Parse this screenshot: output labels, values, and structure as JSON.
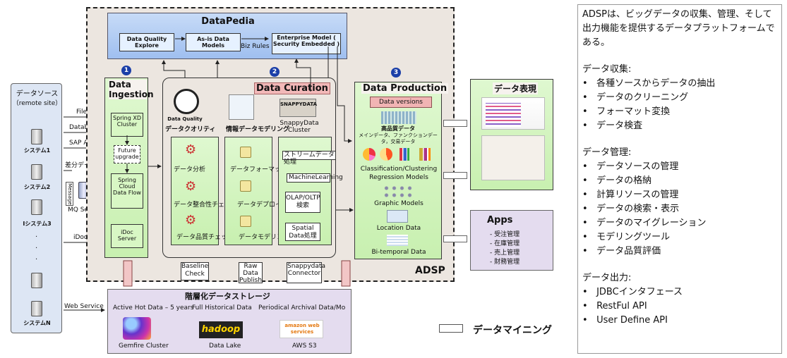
{
  "dataPedia": {
    "title": "DataPedia",
    "boxes": [
      "Data Quality Explore",
      "As-is Data Models",
      "Enterprise Model ( Security Embedded )"
    ],
    "biz_rules": "Biz Rules"
  },
  "sources": {
    "title": "データソース",
    "subtitle": "（remote site）",
    "systems": [
      "システム1",
      "システム2",
      "Iシステム3",
      "システムN"
    ],
    "arrows": [
      "File",
      "Database",
      "SAP API",
      "差分データ",
      "iDoc",
      "Web Service"
    ],
    "mq_label": "MQ Server",
    "message": "Message"
  },
  "ingestion": {
    "number": "1",
    "title": "Data Ingestion",
    "boxes": [
      "Spring XD Cluster",
      "Future upgrade",
      "Spring Cloud Data Flow",
      "iDoc Server"
    ]
  },
  "curation": {
    "number": "2",
    "title": "Data Curation",
    "dq_icon": "Data Quality",
    "snappy_icon": "SNAPPYDATA",
    "headers": [
      "データクオリティ",
      "情報",
      "データモデリング",
      "SnappyData Cluster"
    ],
    "col1": [
      "データ分析",
      "データ整合性チェック",
      "データ品質チェック"
    ],
    "col2": [
      "データフォーマット変換",
      "データデプロイ",
      "データモデリング"
    ],
    "col3": [
      "ストリームデータ処理",
      "MachineLearning",
      "OLAP/OLTP検索",
      "Spatial Data処理"
    ]
  },
  "production": {
    "number": "3",
    "title": "Data Production",
    "versions": "Data versions",
    "hq_title": "高品質データ",
    "hq_sub": "メインデータ、ファンクションデータ，交易データ",
    "items": [
      "Classification/Clustering Regression Models",
      "Graphic Models",
      "Location Data",
      "Bi-temporal Data"
    ]
  },
  "expression": {
    "title": "データ表現"
  },
  "apps": {
    "title": "Apps",
    "items": [
      "- 受注管理",
      "- 在庫管理",
      "- 売上管理",
      "- 財務管理"
    ]
  },
  "adsp": "ADSP",
  "bottom_labels": [
    "Baseline Check",
    "Raw Data Publish",
    "Snappydata Connector"
  ],
  "storage": {
    "title": "階層化データストレージ",
    "tiers": [
      "Active Hot Data – 5 years",
      "Full Historical Data",
      "Periodical  Archival Data/Mo"
    ],
    "products": [
      "Gemfire Cluster",
      "Data Lake",
      "AWS S3"
    ],
    "logos": [
      "hadoop",
      "amazon web services"
    ]
  },
  "mining": "データマイニング",
  "description": {
    "intro": "ADSPは、ビッグデータの収集、管理、そして出力機能を提供するデータプラットフォームである。",
    "sections": [
      {
        "title": "データ収集:",
        "items": [
          "各種ソースからデータの抽出",
          "データのクリーニング",
          "フォーマット変換",
          "データ検査"
        ]
      },
      {
        "title": "データ管理:",
        "items": [
          "データソースの管理",
          "データの格納",
          "計算リソースの管理",
          "データの検索・表示",
          "データのマイグレーション",
          "モデリングツール",
          "データ品質評価"
        ]
      },
      {
        "title": "データ出力:",
        "items": [
          "JDBCインタフェース",
          "RestFul API",
          "User Define API"
        ]
      }
    ]
  },
  "colors": {
    "green": "#d8f7c4",
    "blue_header": "#bcd4f7",
    "lavender": "#e4dcef",
    "beige": "#ece6e0",
    "accent_pink": "#f2b8b8",
    "circle_blue": "#1b3fa8"
  }
}
